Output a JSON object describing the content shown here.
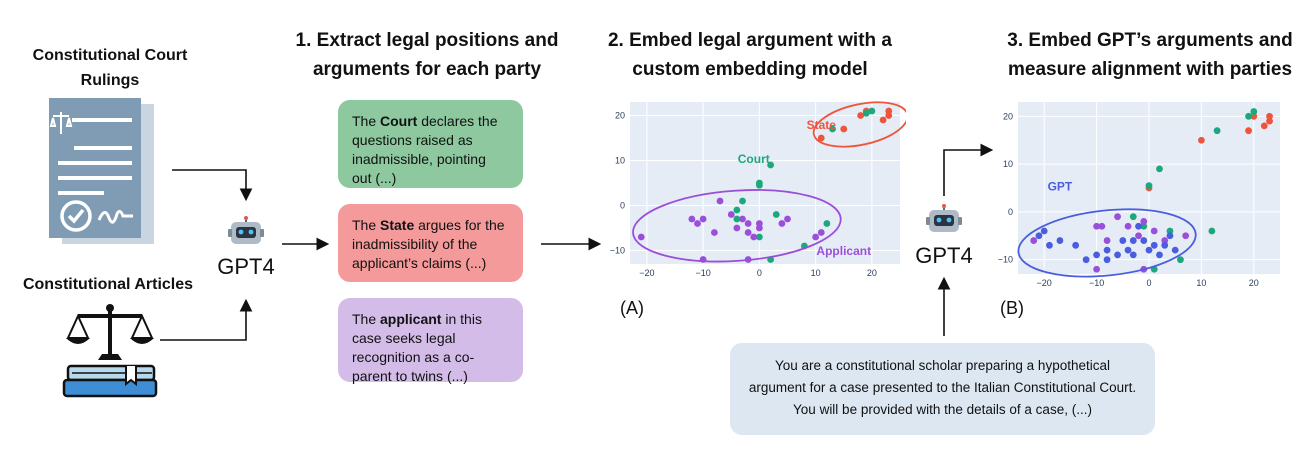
{
  "sources": {
    "rulings_label": "Constitutional Court Rulings",
    "articles_label": "Constitutional Articles"
  },
  "steps": {
    "step1": "1. Extract legal positions and arguments for each party",
    "step2": "2. Embed legal argument with a custom embedding model",
    "step3": "3. Embed GPT’s arguments and measure alignment with parties"
  },
  "model_label": "GPT4",
  "cards": [
    {
      "pre": "The ",
      "bold": "Court",
      "post": " declares the questions raised as inadmissible, pointing out (...)",
      "color": "#8dc89f"
    },
    {
      "pre": "The ",
      "bold": "State",
      "post": " argues for the inadmissibility of the applicant’s claims (...)",
      "color": "#f59a9a"
    },
    {
      "pre": "The ",
      "bold": "applicant",
      "post": " in this case seeks legal recognition as a co-parent to twins (...)",
      "color": "#d4bce9"
    }
  ],
  "prompt": "You are a constitutional scholar preparing a hypothetical argument for a case presented to the Italian Constitutional Court. You will be provided with the details of a case, (...)",
  "panel_tags": {
    "a": "(A)",
    "b": "(B)"
  },
  "colors": {
    "court": "#1aa87c",
    "state": "#ef553b",
    "applicant": "#9a4fd8",
    "gpt": "#4a5de0",
    "plot_bg": "#e5ecf6"
  },
  "chart_data": [
    {
      "type": "scatter",
      "title": "",
      "xlabel": "",
      "ylabel": "",
      "xlim": [
        -23,
        25
      ],
      "ylim": [
        -13,
        23
      ],
      "xticks": [
        -20,
        -10,
        0,
        10,
        20
      ],
      "yticks": [
        -10,
        0,
        10,
        20
      ],
      "grid": true,
      "annotations": [
        {
          "text": "State",
          "x": 11,
          "y": 17,
          "color": "#ef553b"
        },
        {
          "text": "Court",
          "x": -1,
          "y": 9.5,
          "color": "#1aa87c"
        },
        {
          "text": "Applicant",
          "x": 15,
          "y": -11,
          "color": "#9a4fd8"
        }
      ],
      "series": [
        {
          "name": "State",
          "color": "#ef553b",
          "points": [
            [
              15,
              17
            ],
            [
              18,
              20
            ],
            [
              19,
              21
            ],
            [
              22,
              19
            ],
            [
              23,
              21
            ],
            [
              23,
              20
            ],
            [
              11,
              15
            ]
          ]
        },
        {
          "name": "Court",
          "color": "#1aa87c",
          "points": [
            [
              19,
              20.5
            ],
            [
              20,
              21
            ],
            [
              13,
              17
            ],
            [
              2,
              9
            ],
            [
              0,
              5
            ],
            [
              0,
              4.5
            ],
            [
              -4,
              -1
            ],
            [
              -3,
              1
            ],
            [
              3,
              -2
            ],
            [
              0,
              -7
            ],
            [
              8,
              -9
            ],
            [
              2,
              -12
            ],
            [
              12,
              -4
            ],
            [
              -4,
              -3
            ]
          ]
        },
        {
          "name": "Applicant",
          "color": "#9a4fd8",
          "points": [
            [
              -21,
              -7
            ],
            [
              -11,
              -4
            ],
            [
              -10,
              -3
            ],
            [
              -12,
              -3
            ],
            [
              -8,
              -6
            ],
            [
              -7,
              1
            ],
            [
              -5,
              -2
            ],
            [
              -3,
              -3
            ],
            [
              -2,
              -6
            ],
            [
              -1,
              -7
            ],
            [
              0,
              -5
            ],
            [
              -2,
              -4
            ],
            [
              0,
              -4
            ],
            [
              4,
              -4
            ],
            [
              5,
              -3
            ],
            [
              -10,
              -12
            ],
            [
              -2,
              -12
            ],
            [
              10,
              -7
            ],
            [
              11,
              -6
            ],
            [
              -4,
              -5
            ]
          ]
        }
      ]
    },
    {
      "type": "scatter",
      "title": "",
      "xlabel": "",
      "ylabel": "",
      "xlim": [
        -25,
        25
      ],
      "ylim": [
        -13,
        23
      ],
      "xticks": [
        -20,
        -10,
        0,
        10,
        20
      ],
      "yticks": [
        -10,
        0,
        10,
        20
      ],
      "grid": true,
      "annotations": [
        {
          "text": "GPT",
          "x": -17,
          "y": 4.5,
          "color": "#4a5de0"
        }
      ],
      "series": [
        {
          "name": "State",
          "color": "#ef553b",
          "points": [
            [
              10,
              15
            ],
            [
              19,
              17
            ],
            [
              20,
              20
            ],
            [
              23,
              20
            ],
            [
              23,
              19
            ],
            [
              22,
              18
            ],
            [
              0,
              5
            ]
          ]
        },
        {
          "name": "Court",
          "color": "#1aa87c",
          "points": [
            [
              19,
              20
            ],
            [
              20,
              21
            ],
            [
              13,
              17
            ],
            [
              2,
              9
            ],
            [
              0,
              5.5
            ],
            [
              -3,
              -1
            ],
            [
              -1,
              -3
            ],
            [
              4,
              -4
            ],
            [
              1,
              -12
            ],
            [
              6,
              -10
            ],
            [
              12,
              -4
            ]
          ]
        },
        {
          "name": "Applicant",
          "color": "#9a4fd8",
          "points": [
            [
              -22,
              -6
            ],
            [
              -10,
              -3
            ],
            [
              -9,
              -3
            ],
            [
              -8,
              -6
            ],
            [
              -6,
              -1
            ],
            [
              -4,
              -3
            ],
            [
              -2,
              -5
            ],
            [
              -1,
              -2
            ],
            [
              1,
              -4
            ],
            [
              3,
              -6
            ],
            [
              7,
              -5
            ],
            [
              -10,
              -12
            ],
            [
              -1,
              -12
            ]
          ]
        },
        {
          "name": "GPT",
          "color": "#4a5de0",
          "points": [
            [
              -21,
              -5
            ],
            [
              -19,
              -7
            ],
            [
              -17,
              -6
            ],
            [
              -14,
              -7
            ],
            [
              -12,
              -10
            ],
            [
              -10,
              -9
            ],
            [
              -8,
              -8
            ],
            [
              -5,
              -6
            ],
            [
              -4,
              -8
            ],
            [
              -3,
              -9
            ],
            [
              -1,
              -6
            ],
            [
              0,
              -8
            ],
            [
              1,
              -7
            ],
            [
              2,
              -9
            ],
            [
              3,
              -7
            ],
            [
              4,
              -5
            ],
            [
              5,
              -8
            ],
            [
              -2,
              -3
            ],
            [
              -3,
              -6
            ],
            [
              -6,
              -9
            ],
            [
              -8,
              -10
            ],
            [
              -20,
              -4
            ]
          ]
        }
      ]
    }
  ]
}
